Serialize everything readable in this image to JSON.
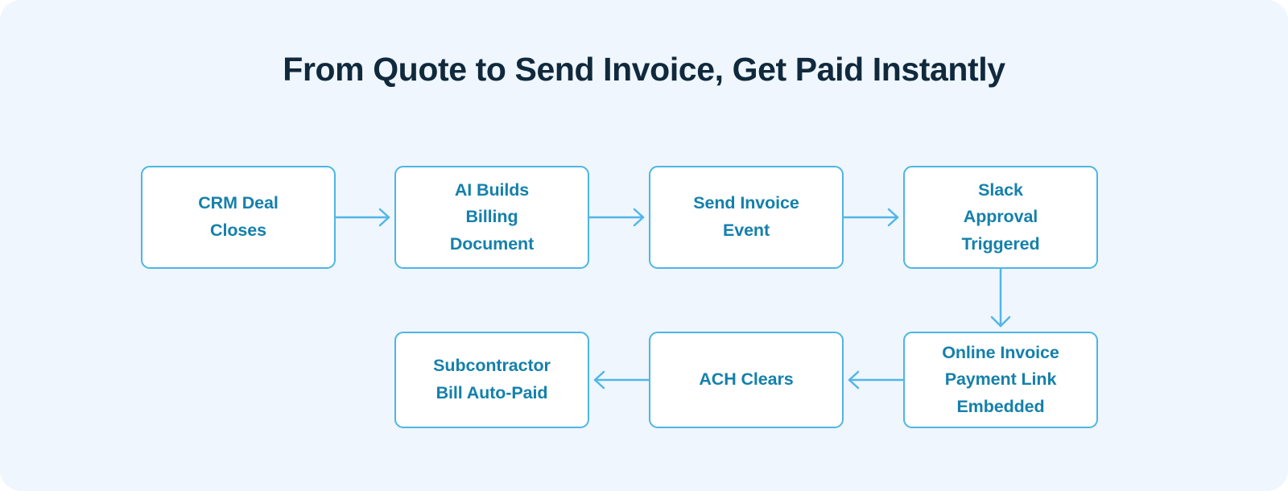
{
  "page": {
    "title": "From Quote to Send Invoice, Get Paid Instantly",
    "background_color": "#eff6fd",
    "title_color": "#10293d",
    "node_border_color": "#4db6e4",
    "node_fill_color": "#ffffff",
    "node_text_color": "#1580ab",
    "arrow_color": "#52b6e8"
  },
  "chart_data": {
    "type": "diagram",
    "diagram_kind": "flowchart",
    "title": "From Quote to Send Invoice, Get Paid Instantly",
    "orientation": "serpentine-left-to-right-then-right-to-left",
    "nodes": [
      {
        "id": "crm",
        "label": "CRM Deal\nCloses",
        "row": 1,
        "col": 1
      },
      {
        "id": "ai_billing",
        "label": "AI Builds\nBilling\nDocument",
        "row": 1,
        "col": 2
      },
      {
        "id": "send_invoice",
        "label": "Send Invoice\nEvent",
        "row": 1,
        "col": 3
      },
      {
        "id": "slack",
        "label": "Slack\nApproval\nTriggered",
        "row": 1,
        "col": 4
      },
      {
        "id": "online_link",
        "label": "Online Invoice\nPayment Link\nEmbedded",
        "row": 2,
        "col": 4
      },
      {
        "id": "ach",
        "label": "ACH Clears",
        "row": 2,
        "col": 3
      },
      {
        "id": "subcontractor",
        "label": "Subcontractor\nBill Auto-Paid",
        "row": 2,
        "col": 2
      }
    ],
    "edges": [
      {
        "from": "crm",
        "to": "ai_billing",
        "direction": "right"
      },
      {
        "from": "ai_billing",
        "to": "send_invoice",
        "direction": "right"
      },
      {
        "from": "send_invoice",
        "to": "slack",
        "direction": "right"
      },
      {
        "from": "slack",
        "to": "online_link",
        "direction": "down"
      },
      {
        "from": "online_link",
        "to": "ach",
        "direction": "left"
      },
      {
        "from": "ach",
        "to": "subcontractor",
        "direction": "left"
      }
    ]
  },
  "nodes": {
    "crm": {
      "label": "CRM Deal\nCloses"
    },
    "ai_billing": {
      "label": "AI Builds\nBilling\nDocument"
    },
    "send_invoice": {
      "label": "Send Invoice\nEvent"
    },
    "slack": {
      "label": "Slack\nApproval\nTriggered"
    },
    "online_link": {
      "label": "Online Invoice\nPayment Link\nEmbedded"
    },
    "ach": {
      "label": "ACH Clears"
    },
    "subcontractor": {
      "label": "Subcontractor\nBill Auto-Paid"
    }
  }
}
